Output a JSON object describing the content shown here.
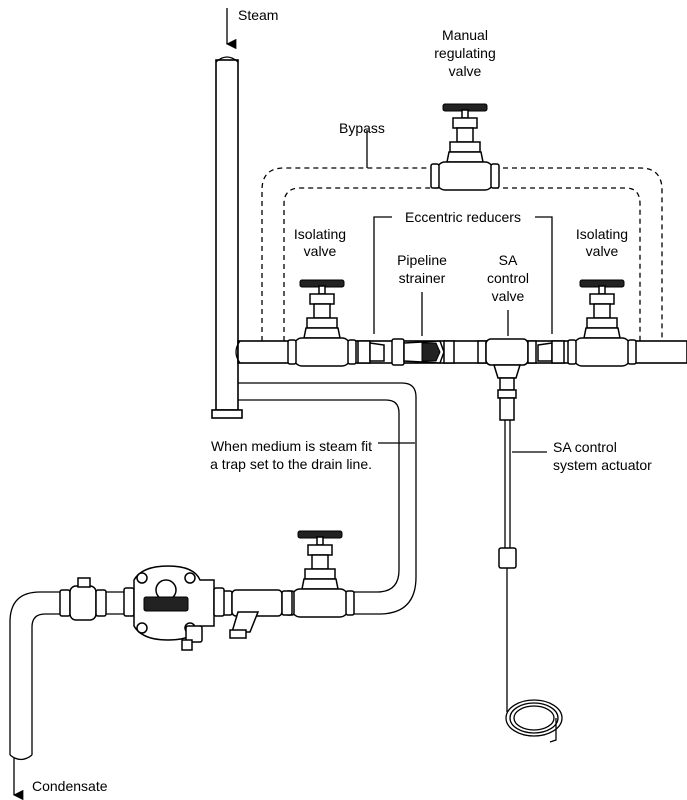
{
  "labels": {
    "steam": "Steam",
    "manual_regulating_valve": [
      "Manual",
      "regulating",
      "valve"
    ],
    "bypass": "Bypass",
    "eccentric_reducers": "Eccentric reducers",
    "isolating_valve_left": [
      "Isolating",
      "valve"
    ],
    "isolating_valve_right": [
      "Isolating",
      "valve"
    ],
    "pipeline_strainer": [
      "Pipeline",
      "strainer"
    ],
    "sa_control_valve": [
      "SA",
      "control",
      "valve"
    ],
    "drain_note": [
      "When medium is steam fit",
      "a trap set to the drain line."
    ],
    "sa_actuator": [
      "SA control",
      "system actuator"
    ],
    "condensate": "Condensate"
  }
}
